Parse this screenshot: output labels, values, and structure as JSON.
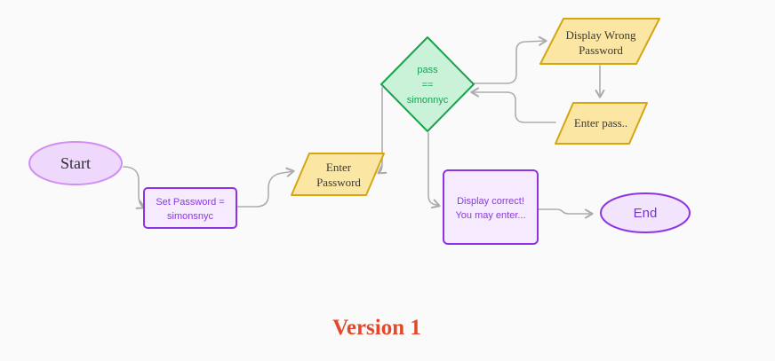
{
  "title": {
    "label": "Version 1"
  },
  "nodes": {
    "start": {
      "label": "Start",
      "shape": "ellipse"
    },
    "set_password": {
      "line1": "Set Password =",
      "line2": "simonsnyc",
      "shape": "rectangle"
    },
    "enter_password": {
      "line1": "Enter",
      "line2": "Password",
      "shape": "parallelogram"
    },
    "decision": {
      "line1": "pass",
      "line2": "==",
      "line3": "simonnyc",
      "shape": "diamond"
    },
    "display_wrong": {
      "line1": "Display Wrong",
      "line2": "Password",
      "shape": "parallelogram"
    },
    "enter_pass": {
      "label": "Enter pass..",
      "shape": "parallelogram"
    },
    "display_correct": {
      "line1": "Display correct!",
      "line2": "You may enter...",
      "shape": "rectangle"
    },
    "end": {
      "label": "End",
      "shape": "ellipse"
    }
  },
  "edges": [
    {
      "from": "start",
      "to": "set_password"
    },
    {
      "from": "set_password",
      "to": "enter_password"
    },
    {
      "from": "decision",
      "to": "enter_password"
    },
    {
      "from": "decision",
      "to": "display_wrong"
    },
    {
      "from": "display_wrong",
      "to": "enter_pass"
    },
    {
      "from": "enter_pass",
      "to": "decision"
    },
    {
      "from": "decision",
      "to": "display_correct"
    },
    {
      "from": "display_correct",
      "to": "end"
    }
  ],
  "palette": {
    "background": "#fafafa",
    "edge": "#acacac",
    "start_fill": "#eed8fb",
    "start_stroke": "#d18ef2",
    "purple_fill": "#f5eafe",
    "purple_stroke": "#8e33e2",
    "purple_text": "#8b3ae0",
    "yellow_fill": "#fbe7a3",
    "yellow_stroke": "#d4a613",
    "yellow_text": "#3d3933",
    "green_fill": "#c9f2d9",
    "green_stroke": "#1aa24e",
    "green_text": "#18a452",
    "end_fill": "#f2e4fd",
    "end_stroke": "#8d35e2",
    "end_text": "#7d2fd9",
    "dark_text": "#2e2e36",
    "title_color": "#e2492b"
  }
}
